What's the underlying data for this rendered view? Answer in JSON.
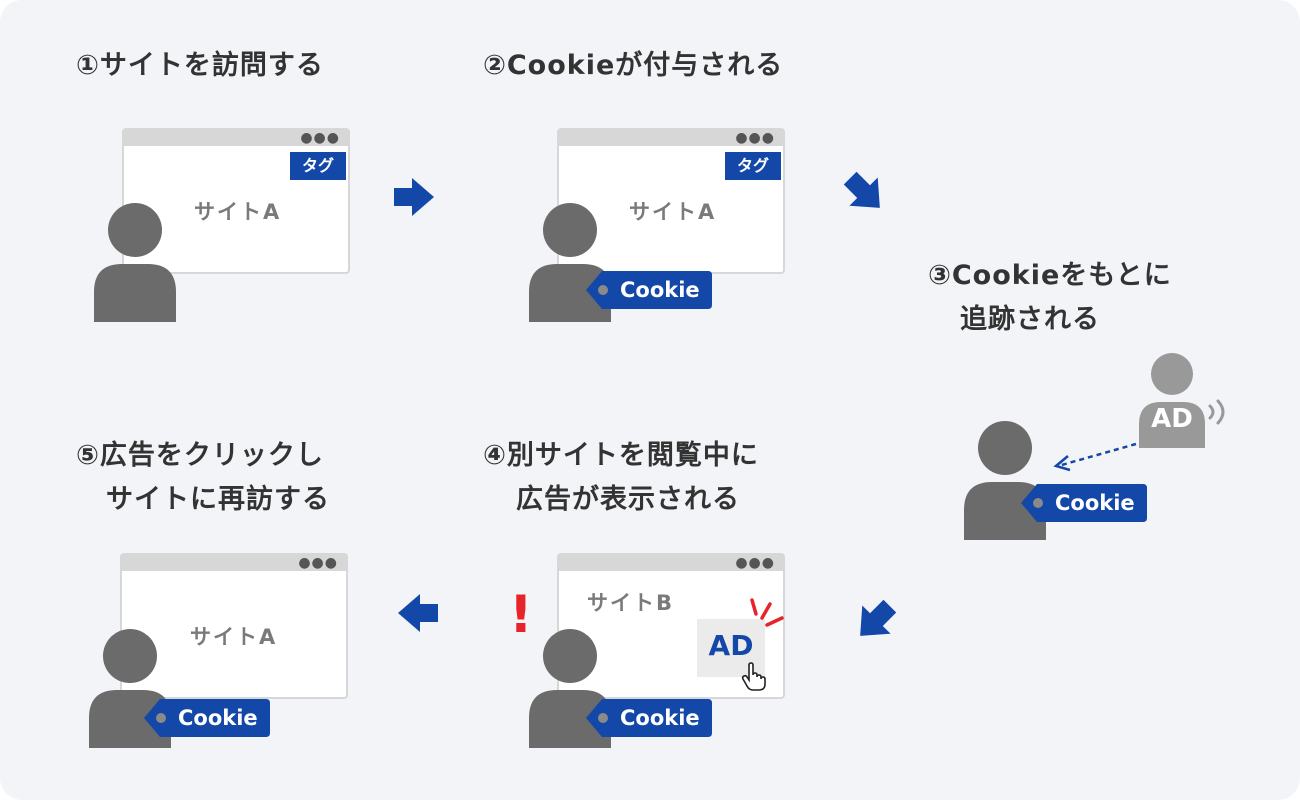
{
  "steps": {
    "s1": {
      "title": "①サイトを訪問する"
    },
    "s2": {
      "title": "②Cookieが付与される"
    },
    "s3": {
      "title_line1": "③Cookieをもとに",
      "title_line2": "追跡される"
    },
    "s4": {
      "title_line1": "④別サイトを閲覧中に",
      "title_line2": "広告が表示される"
    },
    "s5": {
      "title_line1": "⑤広告をクリックし",
      "title_line2": "サイトに再訪する"
    }
  },
  "labels": {
    "site_a": "サイトA",
    "site_b": "サイトB",
    "tag": "タグ",
    "cookie": "Cookie",
    "ad": "AD",
    "exclamation": "!",
    "browser_dots": "●●●"
  },
  "colors": {
    "background": "#f3f4f7",
    "brand_blue": "#1448a8",
    "person_dark": "#6b6b6b",
    "person_light": "#999999",
    "alert_red": "#e8242b"
  },
  "icons": [
    "person-icon",
    "cookie-tag-icon",
    "arrow-right-icon",
    "arrow-down-right-icon",
    "arrow-down-left-icon",
    "arrow-left-icon",
    "hand-pointer-icon",
    "signal-waves-icon"
  ]
}
